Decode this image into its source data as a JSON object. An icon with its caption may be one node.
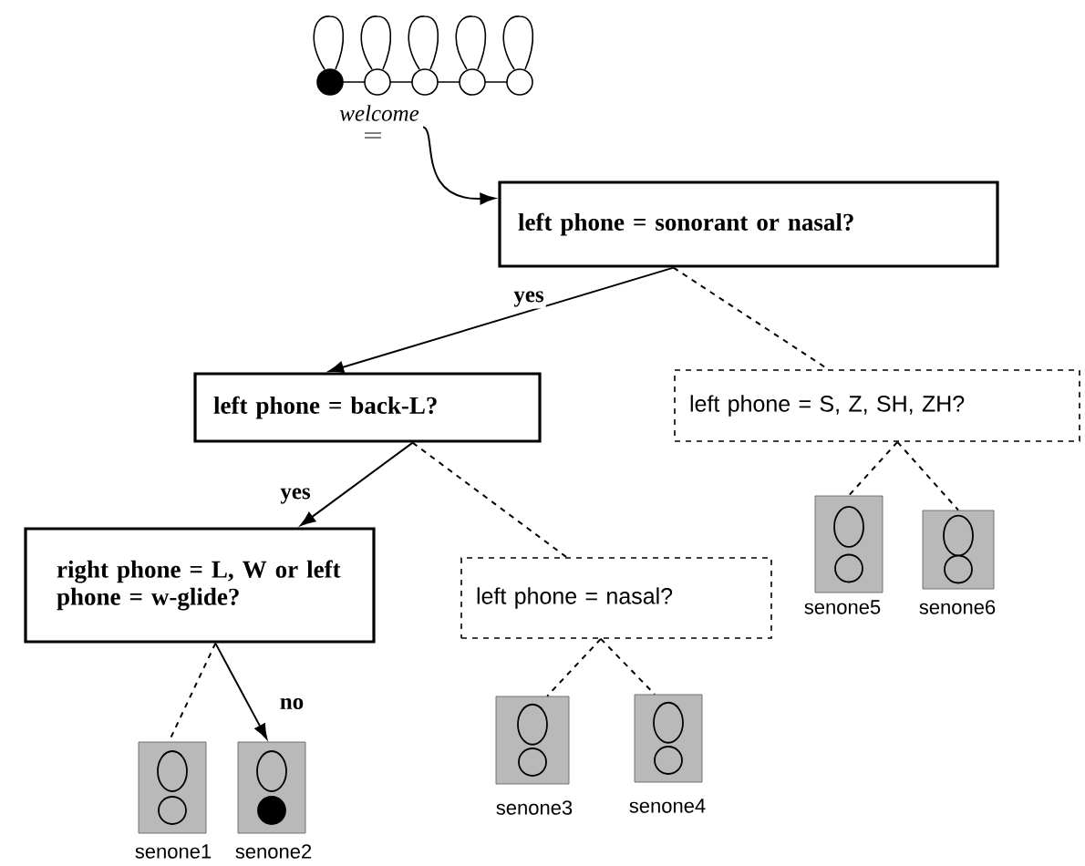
{
  "diagram": {
    "nodes": [
      {
        "text": [
          "welcome"
        ]
      },
      {
        "text": [
          "left phone = sonorant or nasal?"
        ]
      },
      {
        "text": [
          "left phone = back-L?"
        ]
      },
      {
        "text": [
          "left phone = S, Z, SH, ZH?"
        ]
      },
      {
        "text": [
          "right phone = L, W or left phone = w-glide?"
        ]
      },
      {
        "text": [
          "left phone = nasal?"
        ]
      },
      {
        "text": [],
        "shape": "picture",
        "beside": [
          "senone1"
        ]
      },
      {
        "text": [],
        "shape": "picture",
        "beside": [
          "senone2"
        ]
      },
      {
        "text": [],
        "shape": "picture",
        "beside": [
          "senone3"
        ]
      },
      {
        "text": [],
        "shape": "picture",
        "beside": [
          "senone4"
        ]
      },
      {
        "text": [],
        "shape": "picture",
        "beside": [
          "senone5"
        ]
      },
      {
        "text": [],
        "shape": "picture",
        "beside": [
          "senone6"
        ]
      }
    ],
    "edges": [
      {
        "from": 0,
        "to": 1,
        "arrow": "to"
      },
      {
        "from": 1,
        "to": 2,
        "arrow": "to",
        "label": "yes"
      },
      {
        "from": 1,
        "to": 3,
        "arrow": "none",
        "style": "dashed"
      },
      {
        "from": 2,
        "to": 4,
        "arrow": "to",
        "label": "yes"
      },
      {
        "from": 2,
        "to": 5,
        "arrow": "none",
        "style": "dashed"
      },
      {
        "from": 4,
        "to": 6,
        "arrow": "none",
        "style": "dashed"
      },
      {
        "from": 4,
        "to": 7,
        "arrow": "to",
        "label": "no"
      },
      {
        "from": 5,
        "to": 8,
        "arrow": "none",
        "style": "dashed"
      },
      {
        "from": 5,
        "to": 9,
        "arrow": "none",
        "style": "dashed"
      },
      {
        "from": 3,
        "to": 10,
        "arrow": "none",
        "style": "dashed"
      },
      {
        "from": 3,
        "to": 11,
        "arrow": "none",
        "style": "dashed"
      }
    ]
  }
}
